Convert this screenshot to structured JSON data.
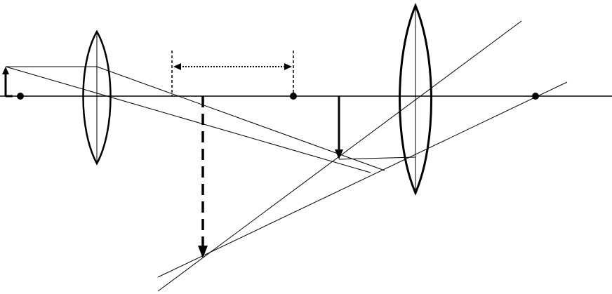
{
  "diagram": {
    "description_free": true,
    "colors": {
      "stroke": "#000000",
      "background": "#ffffff"
    },
    "elements": {
      "optical_axis": "optical-axis",
      "lens_objective": "lens-objective",
      "lens_eyepiece": "lens-eyepiece",
      "object_arrow": "object-arrow",
      "intermediate_image_arrow": "intermediate-image-arrow",
      "virtual_image_arrow": "virtual-image-arrow",
      "distance_marker": "tube-length-marker"
    }
  }
}
